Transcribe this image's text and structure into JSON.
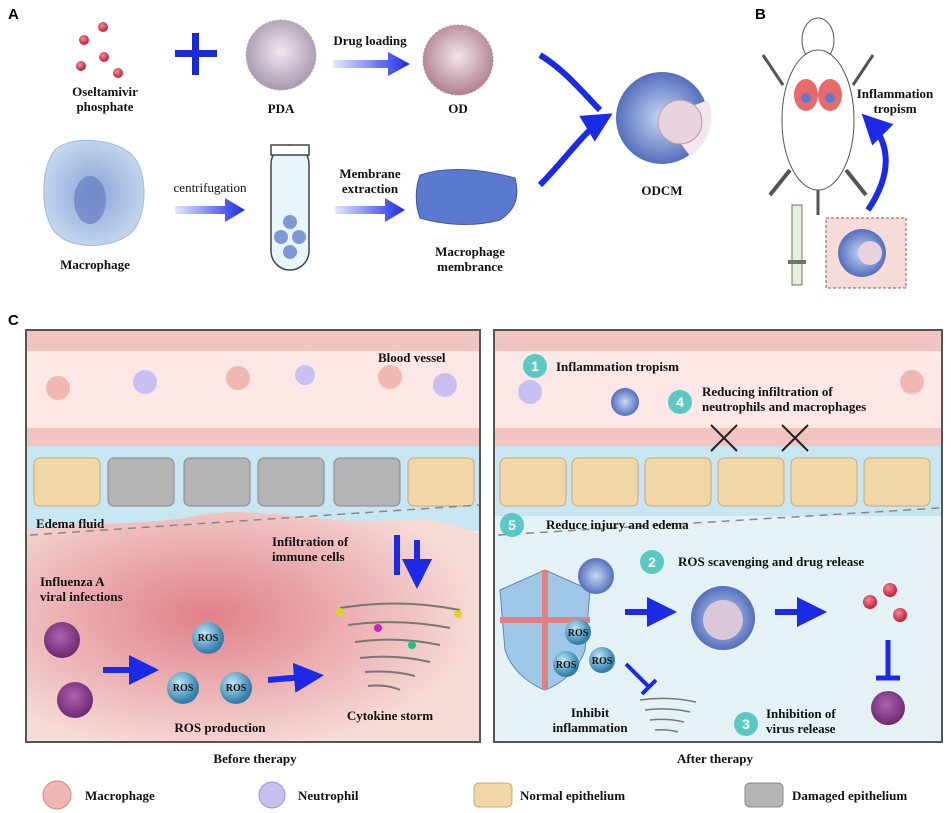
{
  "panels": {
    "a": "A",
    "b": "B",
    "c": "C"
  },
  "panel_a": {
    "oseltamivir": "Oseltamivir\nphosphate",
    "pda": "PDA",
    "drug_loading": "Drug loading",
    "od": "OD",
    "macrophage": "Macrophage",
    "centrifugation": "centrifugation",
    "membrane_extraction": "Membrane\nextraction",
    "macrophage_membrane": "Macrophage\nmembrance",
    "odcm": "ODCM"
  },
  "panel_b": {
    "inflammation_tropism": "Inflammation\ntropism"
  },
  "before": {
    "blood_vessel": "Blood vessel",
    "edema_fluid": "Edema fluid",
    "infiltration": "Infiltration of\nimmune cells",
    "influenza": "Influenza A\nviral infections",
    "ros": "ROS",
    "ros_production": "ROS production",
    "cytokine_storm": "Cytokine storm",
    "caption": "Before therapy"
  },
  "after": {
    "step1_num": "1",
    "step1": "Inflammation tropism",
    "step4_num": "4",
    "step4": "Reducing infiltration of\nneutrophils and macrophages",
    "step5_num": "5",
    "step5": "Reduce injury and edema",
    "step2_num": "2",
    "step2": "ROS scavenging and drug release",
    "step3_num": "3",
    "step3": "Inhibition of\nvirus release",
    "inhibit": "Inhibit\ninflammation",
    "ros": "ROS",
    "caption": "After therapy"
  },
  "legend": {
    "macrophage": "Macrophage",
    "neutrophil": "Neutrophil",
    "normal": "Normal epithelium",
    "damaged": "Damaged epithelium"
  },
  "colors": {
    "arrow": "#2a2ae8",
    "step_circle": "#5cc8c4",
    "vessel": "#f6dcd8",
    "normal_epi": "#f2d7a6",
    "damaged_epi": "#b4b4b4",
    "edema": "#c8e6f2",
    "virus": "#8a3a8a",
    "ros": "#3f9fc8"
  }
}
